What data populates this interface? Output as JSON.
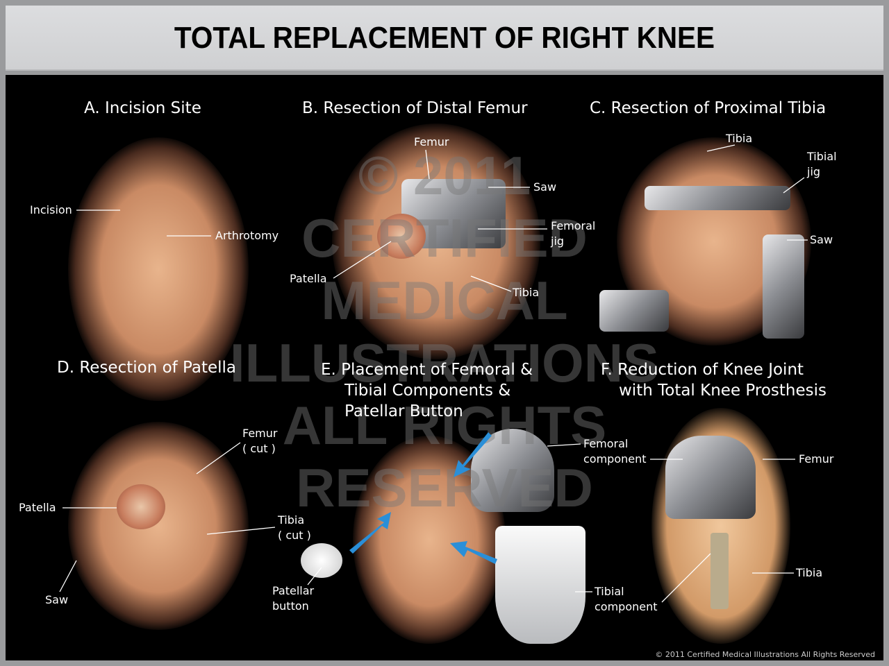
{
  "title": "TOTAL REPLACEMENT OF RIGHT KNEE",
  "panels": {
    "a": {
      "title": "A. Incision Site",
      "labels": {
        "incision": "Incision",
        "arthrotomy": "Arthrotomy"
      }
    },
    "b": {
      "title": "B. Resection of Distal Femur",
      "labels": {
        "femur": "Femur",
        "saw": "Saw",
        "femoral_jig_1": "Femoral",
        "femoral_jig_2": "jig",
        "patella": "Patella",
        "tibia": "Tibia"
      }
    },
    "c": {
      "title": "C. Resection of Proximal Tibia",
      "labels": {
        "tibia": "Tibia",
        "tibial_jig_1": "Tibial",
        "tibial_jig_2": "jig",
        "saw": "Saw"
      }
    },
    "d": {
      "title": "D. Resection of Patella",
      "labels": {
        "femur_1": "Femur",
        "femur_2": "( cut )",
        "patella": "Patella",
        "tibia_1": "Tibia",
        "tibia_2": "( cut )",
        "saw": "Saw"
      }
    },
    "e": {
      "title_1": "E. Placement of Femoral &",
      "title_2": "Tibial Components &",
      "title_3": "Patellar Button",
      "labels": {
        "femoral_component_1": "Femoral",
        "femoral_component_2": "component",
        "patellar_button_1": "Patellar",
        "patellar_button_2": "button",
        "tibial_component_1": "Tibial",
        "tibial_component_2": "component"
      }
    },
    "f": {
      "title_1": "F. Reduction of Knee Joint",
      "title_2": "with Total Knee Prosthesis",
      "labels": {
        "femur": "Femur",
        "tibia": "Tibia"
      }
    }
  },
  "watermark": [
    "© 2011",
    "CERTIFIED",
    "MEDICAL",
    "ILLUSTRATIONS",
    "ALL RIGHTS",
    "RESERVED"
  ],
  "copyright": "© 2011 Certified Medical Illustrations All Rights Reserved",
  "colors": {
    "background": "#000000",
    "header": "#d6d7d9",
    "frame": "#9a9b9d",
    "arrow": "#2a8fd8"
  }
}
